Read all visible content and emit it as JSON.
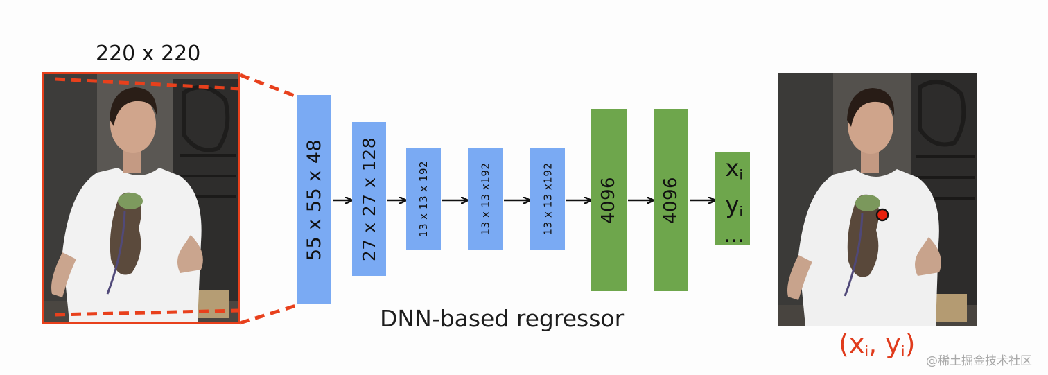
{
  "input": {
    "size_label": "220 x 220"
  },
  "layers": [
    {
      "label": "55 x 55 x 48",
      "kind": "conv",
      "color": "#7aaaf3"
    },
    {
      "label": "27 x 27 x 128",
      "kind": "conv",
      "color": "#7aaaf3"
    },
    {
      "label": "13 x 13 x 192",
      "kind": "conv",
      "color": "#7aaaf3"
    },
    {
      "label": "13 x 13 x192",
      "kind": "conv",
      "color": "#7aaaf3"
    },
    {
      "label": "13 x 13 x192",
      "kind": "conv",
      "color": "#7aaaf3"
    },
    {
      "label": "4096",
      "kind": "fc",
      "color": "#6ea64c"
    },
    {
      "label": "4096",
      "kind": "fc",
      "color": "#6ea64c"
    }
  ],
  "output_layer": {
    "x_label": "x",
    "y_label": "y",
    "subscript": "i",
    "ellipsis": "…",
    "color": "#6ea64c"
  },
  "caption": "DNN-based regressor",
  "output_coord": {
    "open": "(x",
    "sep": ", y",
    "close": ")",
    "subscript": "i",
    "color": "#e03b1c"
  },
  "watermark": "@稀土掘金技术社区",
  "colors": {
    "crop_outline": "#e8401c",
    "conv_layer": "#7aaaf3",
    "fc_layer": "#6ea64c",
    "arrow": "#111111",
    "keypoint": "#e8200c"
  }
}
